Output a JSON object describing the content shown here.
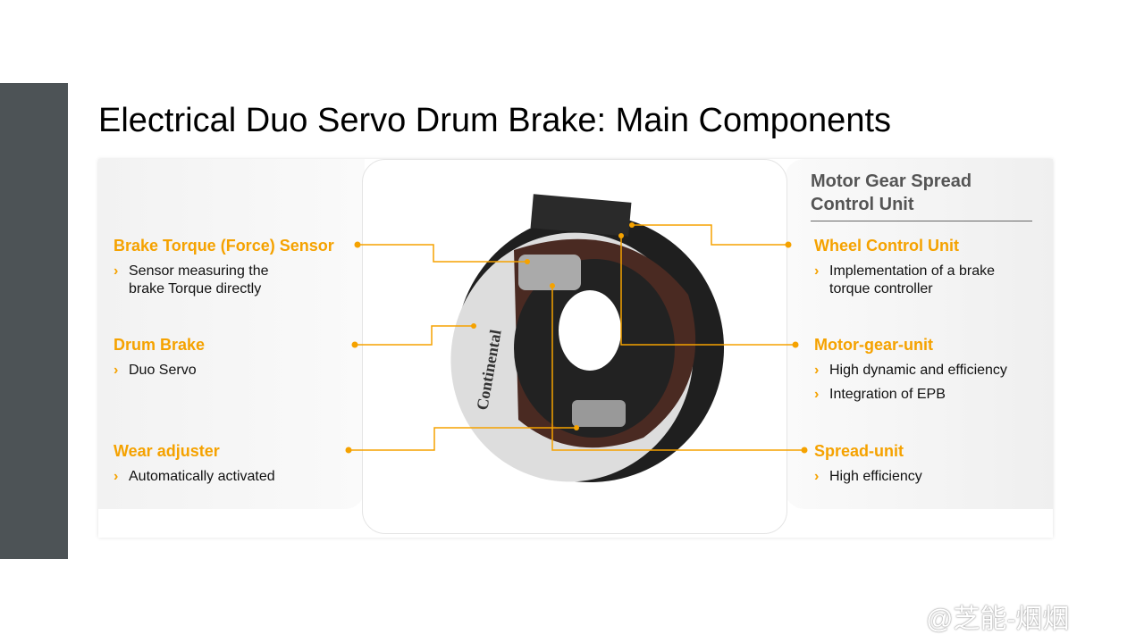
{
  "title": "Electrical Duo Servo Drum Brake: Main Components",
  "left": [
    {
      "heading": "Brake Torque (Force) Sensor",
      "bullets": [
        "Sensor measuring the brake Torque directly"
      ]
    },
    {
      "heading": "Drum Brake",
      "bullets": [
        "Duo Servo"
      ]
    },
    {
      "heading": "Wear adjuster",
      "bullets": [
        "Automatically activated"
      ]
    }
  ],
  "right_header": "Motor Gear Spread Control Unit",
  "right": [
    {
      "heading": "Wheel Control Unit",
      "bullets": [
        "Implementation of a brake torque controller"
      ]
    },
    {
      "heading": "Motor-gear-unit",
      "bullets": [
        "High dynamic and efficiency",
        "Integration of EPB"
      ]
    },
    {
      "heading": "Spread-unit",
      "bullets": [
        "High efficiency"
      ]
    }
  ],
  "image_brand": "Continental",
  "watermark": "@芝能-烟烟",
  "colors": {
    "accent": "#f5a200",
    "sidebar": "#4d5356"
  }
}
